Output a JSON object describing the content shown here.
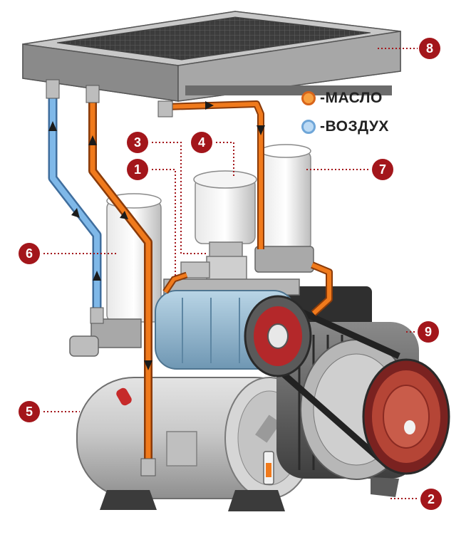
{
  "colors": {
    "oil": "#f07a1c",
    "oil_outline": "#8a3b0a",
    "air": "#7fb8e8",
    "air_outline": "#3f6e9e",
    "badge": "#a3161b",
    "leader": "#a3161b"
  },
  "legend": {
    "oil": {
      "label": "-МАСЛО"
    },
    "air": {
      "label": "-ВОЗДУХ"
    }
  },
  "callouts": [
    {
      "number": "1"
    },
    {
      "number": "2"
    },
    {
      "number": "3"
    },
    {
      "number": "4"
    },
    {
      "number": "5"
    },
    {
      "number": "6"
    },
    {
      "number": "7"
    },
    {
      "number": "8"
    },
    {
      "number": "9"
    }
  ]
}
